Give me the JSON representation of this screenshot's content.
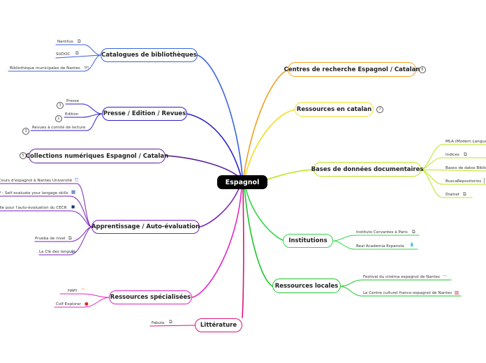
{
  "root": {
    "label": "Espagnol"
  },
  "colors": {
    "catalogues": "#3a62e0",
    "presse": "#2a1fc9",
    "collections": "#5a1f94",
    "apprentissage": "#7a22b8",
    "specialisees": "#e024c4",
    "litterature": "#d8147a",
    "centres": "#f0a020",
    "catalan": "#f0e020",
    "bases": "#b8e61a",
    "institutions": "#33d64a",
    "locales": "#1ec42a"
  },
  "branches": {
    "catalogues": {
      "label": "Catalogues de bibliothèques",
      "leaves": [
        {
          "label": "Nantilus",
          "icon": "external-link-icon",
          "glyph": "⧉"
        },
        {
          "label": "SUDOC",
          "icon": "external-link-icon",
          "glyph": "⧉"
        },
        {
          "label": "Bibliothèque municipales de Nantes",
          "icon": "library-logo-icon",
          "glyph": "bn"
        }
      ]
    },
    "presse": {
      "label": "Presse / Edition / Revues",
      "leaves": [
        {
          "label": "Presse",
          "badge": "3"
        },
        {
          "label": "Edition",
          "badge": "1"
        },
        {
          "label": "Revues à comité de lecture",
          "badge": "3"
        }
      ]
    },
    "collections": {
      "label": "Collections numériques Espagnol / Catalan",
      "badge": "5"
    },
    "apprentissage": {
      "label": "Apprentissage / Auto-évaluation",
      "leaves": [
        {
          "label": "Cours d'espagnol à Nantes Université",
          "icon": "shield-icon",
          "glyph": "⛉"
        },
        {
          "label": "P - Self evaluate your langage skills",
          "icon": "grid-icon",
          "glyph": "▦"
        },
        {
          "label": "ille pour l'auto-évaluation du CECR",
          "icon": "flag-icon",
          "glyph": "◼"
        },
        {
          "label": "Prueba de nivel",
          "icon": "external-link-icon",
          "glyph": "⧉"
        },
        {
          "label": "La Clé des langues",
          "icon": "globe-icon",
          "glyph": "◎"
        }
      ]
    },
    "specialisees": {
      "label": "Ressources spécialisées",
      "leaves": [
        {
          "label": "HAPI",
          "icon": "hapi-logo-icon",
          "glyph": "ʰᴵ"
        },
        {
          "label": "Colf Explorar",
          "icon": "globe-logo-icon",
          "glyph": "●"
        }
      ]
    },
    "litterature": {
      "label": "Littérature",
      "leaves": [
        {
          "label": "Fabula",
          "icon": "external-link-icon",
          "glyph": "⧉"
        }
      ]
    },
    "centres": {
      "label": "Centres de recherche Espagnol / Catalan",
      "badge": "6"
    },
    "catalan": {
      "label": "Ressources en catalan",
      "badge": "7"
    },
    "bases": {
      "label": "Bases de données documentaires",
      "leaves": [
        {
          "label": "MLA (Modern Langua"
        },
        {
          "label": "Indices",
          "icon": "external-link-icon",
          "glyph": "⧉"
        },
        {
          "label": "Bases de datos Biblio"
        },
        {
          "label": "BuscaRepositorios",
          "icon": "bar-icon",
          "glyph": "▏"
        },
        {
          "label": "Dialnet",
          "icon": "external-link-icon",
          "glyph": "⧉"
        }
      ]
    },
    "institutions": {
      "label": "Institutions",
      "leaves": [
        {
          "label": "Instituto Cervantes à Paris",
          "icon": "external-link-icon",
          "glyph": "⧉"
        },
        {
          "label": "Real Academia Espanola",
          "icon": "drop-icon",
          "glyph": "💧"
        }
      ]
    },
    "locales": {
      "label": "Ressources locales",
      "leaves": [
        {
          "label": "Festival du cinéma espagnol de Nantes",
          "icon": "wave-icon",
          "glyph": "〜"
        },
        {
          "label": "Le Centre culturel franco-espagnol de Nantes",
          "icon": "building-icon",
          "glyph": "▥"
        }
      ]
    }
  }
}
